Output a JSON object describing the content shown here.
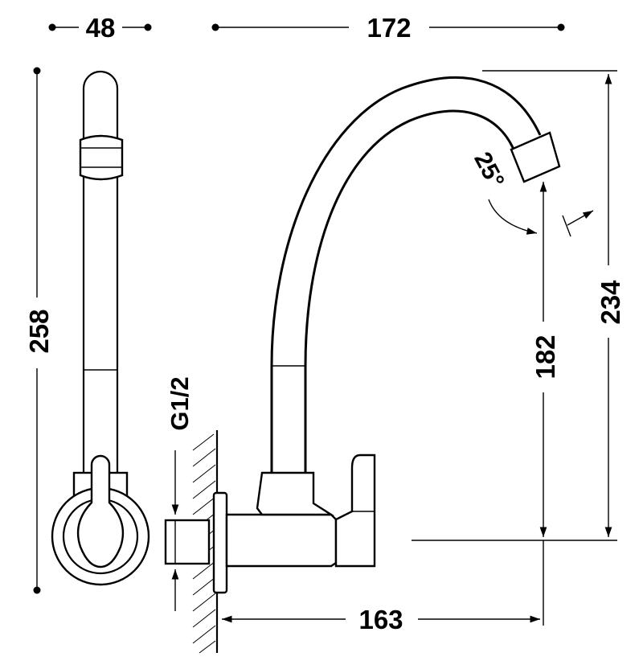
{
  "dimensions": {
    "side_width": "48",
    "spout_reach": "172",
    "total_height": "258",
    "spout_height": "234",
    "outlet_height": "182",
    "wall_to_outlet": "163"
  },
  "angle_label": "25°",
  "thread_label": "G1/2"
}
